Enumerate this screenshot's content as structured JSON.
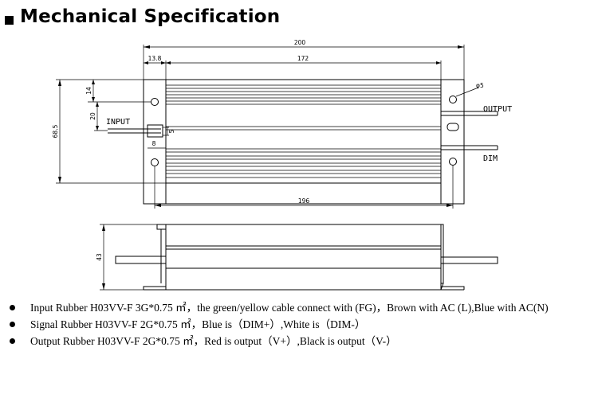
{
  "title": "Mechanical Specification",
  "top_view": {
    "dim_overall_length": "200",
    "dim_body_length": "172",
    "dim_end_offset": "13.8",
    "dim_hole_spacing": "196",
    "dim_overall_height": "68.5",
    "dim_hole_offset": "14",
    "dim_input_offset": "20",
    "dim_small_a": "5",
    "dim_small_b": "8",
    "dim_hole_diameter": "φ5",
    "label_input": "INPUT",
    "label_output": "OUTPUT",
    "label_dim": "DIM"
  },
  "side_view": {
    "dim_height": "43"
  },
  "notes": [
    "Input Rubber H03VV-F 3G*0.75 ㎡，the green/yellow cable connect with (FG)，Brown with AC (L),Blue with AC(N)",
    "Signal Rubber H03VV-F 2G*0.75 ㎡，Blue is（DIM+）,White is（DIM-）",
    "Output Rubber H03VV-F 2G*0.75 ㎡，Red is output（V+）,Black is output（V-）"
  ]
}
